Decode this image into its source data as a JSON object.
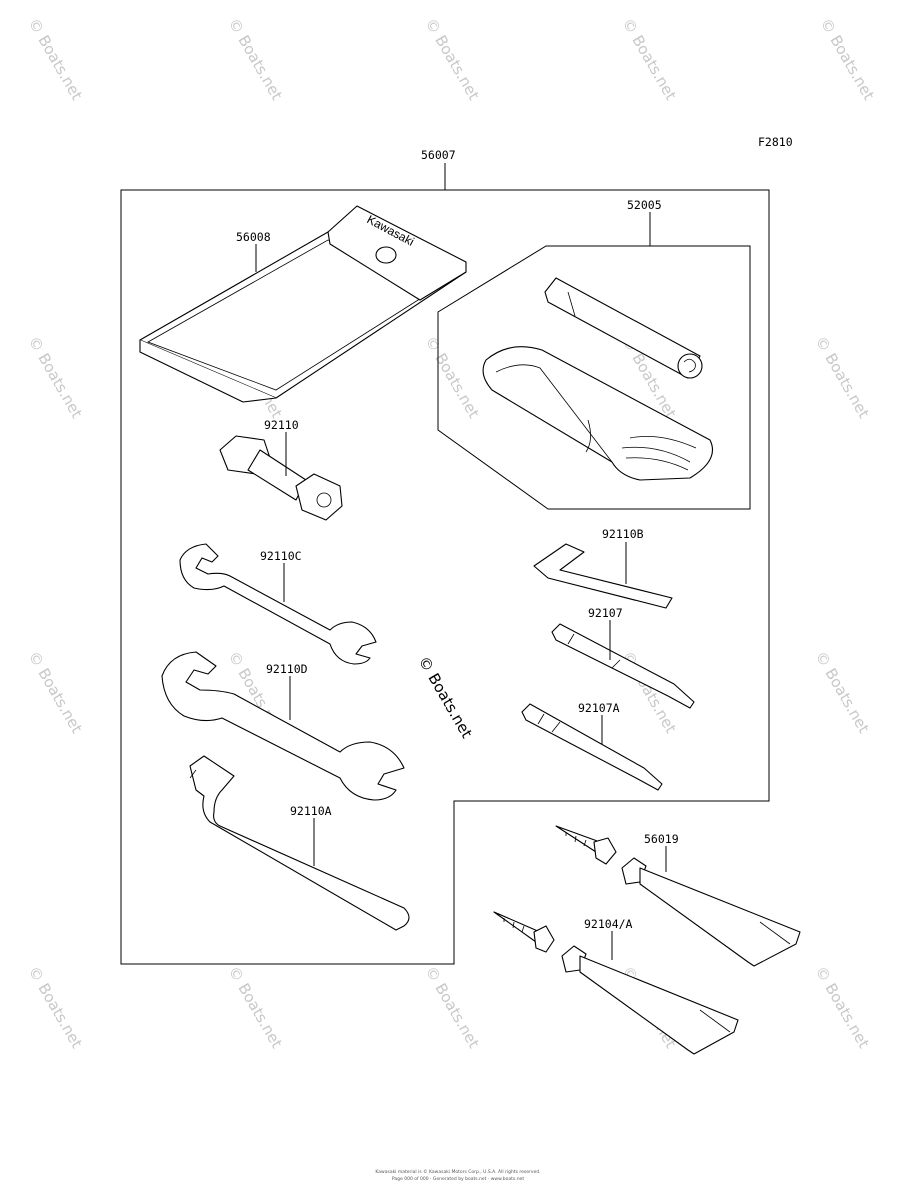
{
  "diagram": {
    "figure_code": "F2810",
    "watermark": "© Boats.net",
    "footer_line1": "Kawasaki material is © Kawasaki Motors Corp., U.S.A. All rights reserved.",
    "footer_line2": "Page 000 of 000 · Generated by boats.net · www.boats.net",
    "callouts": {
      "p56007": "56007",
      "p56008": "56008",
      "p52005": "52005",
      "p92110": "92110",
      "p92110B": "92110B",
      "p92110C": "92110C",
      "p92107": "92107",
      "p92110D": "92110D",
      "p92107A": "92107A",
      "p92110A": "92110A",
      "p56019": "56019",
      "p92104A": "92104/A"
    },
    "colors": {
      "line": "#000000",
      "watermark": "#c8c8c8",
      "background": "#ffffff"
    }
  }
}
